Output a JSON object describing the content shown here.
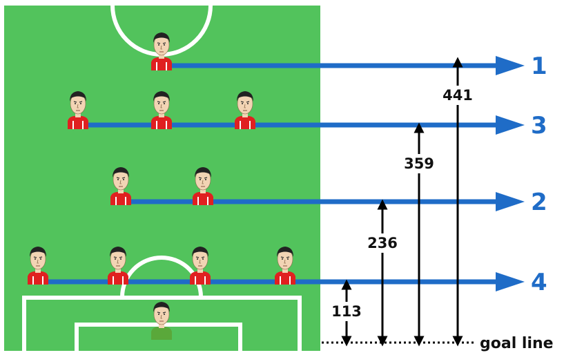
{
  "formation": {
    "lines": [
      {
        "count_label": "1",
        "distance_label": "441",
        "players": 1
      },
      {
        "count_label": "3",
        "distance_label": "359",
        "players": 3
      },
      {
        "count_label": "2",
        "distance_label": "236",
        "players": 2
      },
      {
        "count_label": "4",
        "distance_label": "113",
        "players": 4
      }
    ],
    "goal_line_label": "goal line",
    "goalkeeper_count": 1
  },
  "colors": {
    "pitch": "#52c35c",
    "pitch_lines": "#ffffff",
    "arrow": "#1f6cc7",
    "shirt_outfield": "#e02020",
    "shirt_goalkeeper": "#5aa83a",
    "skin": "#f2d4b4",
    "hair": "#222222",
    "measure": "#000000"
  }
}
